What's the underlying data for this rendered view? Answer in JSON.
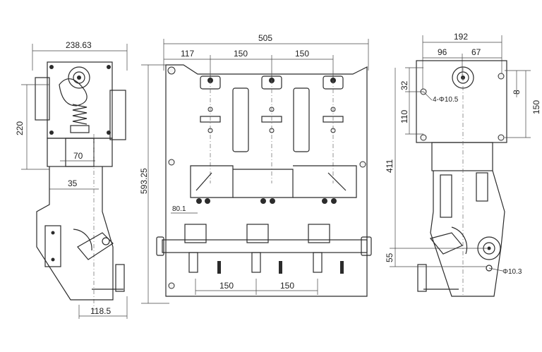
{
  "dimensions": {
    "left_width": "238.63",
    "left_height_220": "220",
    "left_70": "70",
    "left_35": "35",
    "left_bottom": "118.5",
    "front_width": "505",
    "front_117": "117",
    "front_150_a": "150",
    "front_150_b": "150",
    "front_height": "593.25",
    "front_80": "80.1",
    "front_bottom_150_a": "150",
    "front_bottom_150_b": "150",
    "right_192": "192",
    "right_96": "96",
    "right_67": "67",
    "right_32": "32",
    "right_110": "110",
    "right_hole": "4-Φ10.5",
    "right_8": "8",
    "right_150": "150",
    "right_411": "411",
    "right_55": "55",
    "right_shaft": "Φ10.3"
  },
  "colors": {
    "line": "#2b2b2b",
    "background": "#ffffff"
  }
}
